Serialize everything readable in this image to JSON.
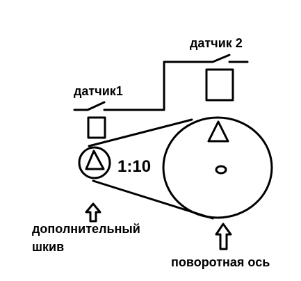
{
  "labels": {
    "sensor1": "датчик1",
    "sensor2": "датчик 2",
    "ratio": "1:10",
    "aux_pulley_line1": "дополнительный",
    "aux_pulley_line2": "шкив",
    "rotary_axis": "поворотная ось"
  },
  "colors": {
    "line": "#000000",
    "background": "#ffffff"
  }
}
